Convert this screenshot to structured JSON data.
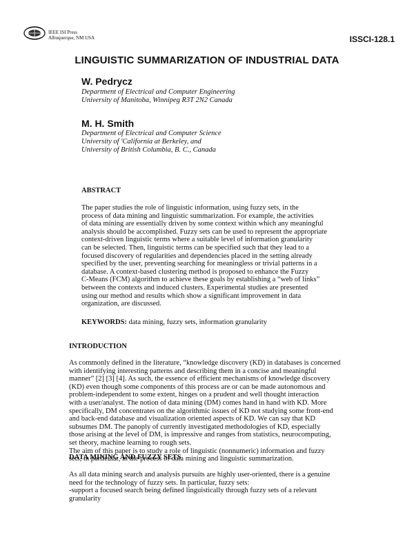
{
  "header": {
    "press_line1": "IEEE ISI Press",
    "press_line2": "Albuquerque, NM USA",
    "doc_code": "ISSCI-128.1"
  },
  "title": "LINGUISTIC SUMMARIZATION OF INDUSTRIAL DATA",
  "authors": [
    {
      "name": "W. Pedrycz",
      "affiliation_lines": [
        "Department of Electrical and Computer Engineering",
        "University of Manitoba, Winnipeg R3T 2N2 Canada"
      ]
    },
    {
      "name": "M. H. Smith",
      "affiliation_lines": [
        "Department of Electrical and Computer Science",
        "University of 'California at Berkeley, and",
        "University of British Columbia, B. C., Canada"
      ]
    }
  ],
  "abstract": {
    "heading": "ABSTRACT",
    "lines": [
      "The paper studies the role of linguistic information, using fuzzy sets, in the",
      "process of data mining and linguistic summarization. For example, the activities",
      "of data mining are essentially driven by some context within which any meaningful",
      "analysis should be accomplished. Fuzzy sets can be used to represent the appropriate",
      "context-driven linguistic terms where a suitable level of information granularity",
      "can be selected. Then, linguistic terms can be specified such that they lead to a",
      "focused discovery of regularities and dependencies placed in the setting already",
      "specified by the user, preventing searching for meaningless or trivial patterns in a",
      "database. A context-based clustering method is proposed to enhance the Fuzzy",
      "C-Means (FCM) algorithm to achieve these goals by establishing a “web of links”",
      "between the contexts and induced clusters. Experimental studies are presented",
      "using our method and results which show a significant improvement in data",
      "organization, are discussed."
    ]
  },
  "keywords": {
    "label": "KEYWORDS:",
    "text": " data mining, fuzzy sets, information granularity"
  },
  "introduction": {
    "heading": "INTRODUCTION",
    "lines": [
      "As commonly defined in the literature, “knowledge discovery (KD) in databases is concerned",
      "with identifying interesting patterns and describing them in a concise and meaningful",
      "manner” [2] [3] [4]. As such, the essence of efficient mechanisms of knowledge discovery",
      "(KD) even though some components of this process are or can be made autonomous and",
      "problem-independent to some extent, hinges on a prudent and well thought interaction",
      "with a user/analyst. The notion of data mining (DM) comes hand in hand with KD. More",
      "specifically, DM concentrates on the algorithmic issues of KD not studying some front-end",
      "and back-end database and visualization oriented aspects of KD. We can say that KD",
      "subsumes DM. The panoply of currently investigated methodologies of KD, especially",
      "those arising at the level of DM, is impressive and ranges from statistics, neurocomputing,",
      "set theory, machine learning to rough sets.",
      "The aim of this paper is to study a role of linguistic (nonnumeric) information and fuzzy",
      "sets, in particular, in the process of data mining and linguistic summarization."
    ]
  },
  "data_mining_section": {
    "heading": "DATA MINING AND FUZZY SETS",
    "lines": [
      "As all data mining search and analysis pursuits are highly user-oriented, there is a genuine",
      "need for the technology of fuzzy sets. In particular, fuzzy sets:",
      "-support a focused search being defined linguistically through fuzzy sets of a relevant",
      "granularity"
    ]
  }
}
